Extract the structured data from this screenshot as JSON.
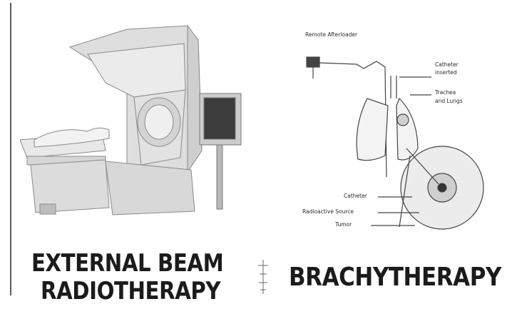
{
  "captions": {
    "external_beam_line1": "EXTERNAL BEAM",
    "external_beam_line2": "RADIOTHERAPY",
    "brachytherapy": "BRACHYTHERAPY"
  },
  "brachy_labels": {
    "afterloader": "Remote Afterloader",
    "catheter_top_1": "Catheter",
    "catheter_top_2": "inserted",
    "lung_1": "Trachea",
    "lung_2": "and Lungs",
    "catheter": "Catheter",
    "radiation_source": "Radioactive Source",
    "tumor": "Tumor"
  },
  "colors": {
    "ink": "#1b1b1b",
    "machine_gray": "#d9d9d9",
    "screen_dark": "#3c3c3c"
  }
}
